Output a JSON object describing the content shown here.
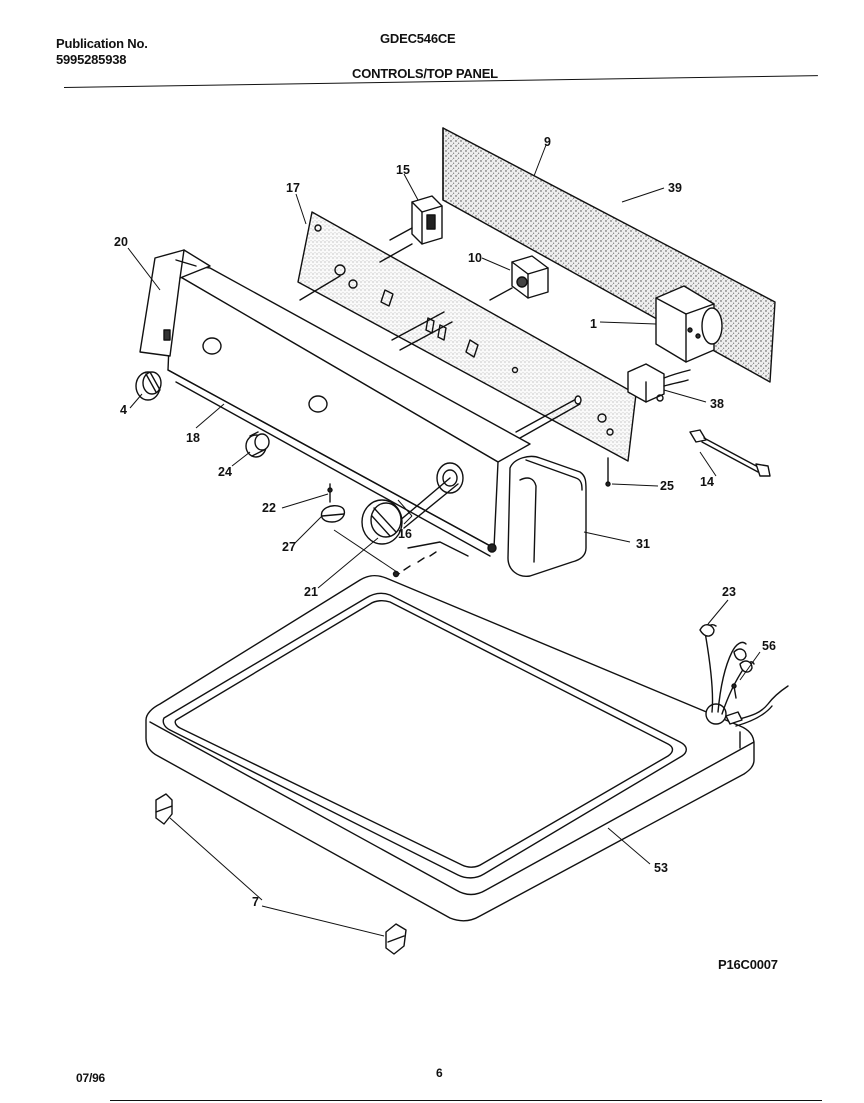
{
  "header": {
    "publication_label": "Publication No.",
    "publication_number": "5995285938",
    "model": "GDEC546CE",
    "section_title": "CONTROLS/TOP PANEL"
  },
  "diagram": {
    "callouts": [
      "9",
      "39",
      "15",
      "17",
      "20",
      "10",
      "1",
      "38",
      "4",
      "18",
      "24",
      "14",
      "25",
      "22",
      "16",
      "27",
      "31",
      "21",
      "23",
      "56",
      "53",
      "7"
    ]
  },
  "footer": {
    "figure_code": "P16C0007",
    "date": "07/96",
    "page_number": "6"
  }
}
